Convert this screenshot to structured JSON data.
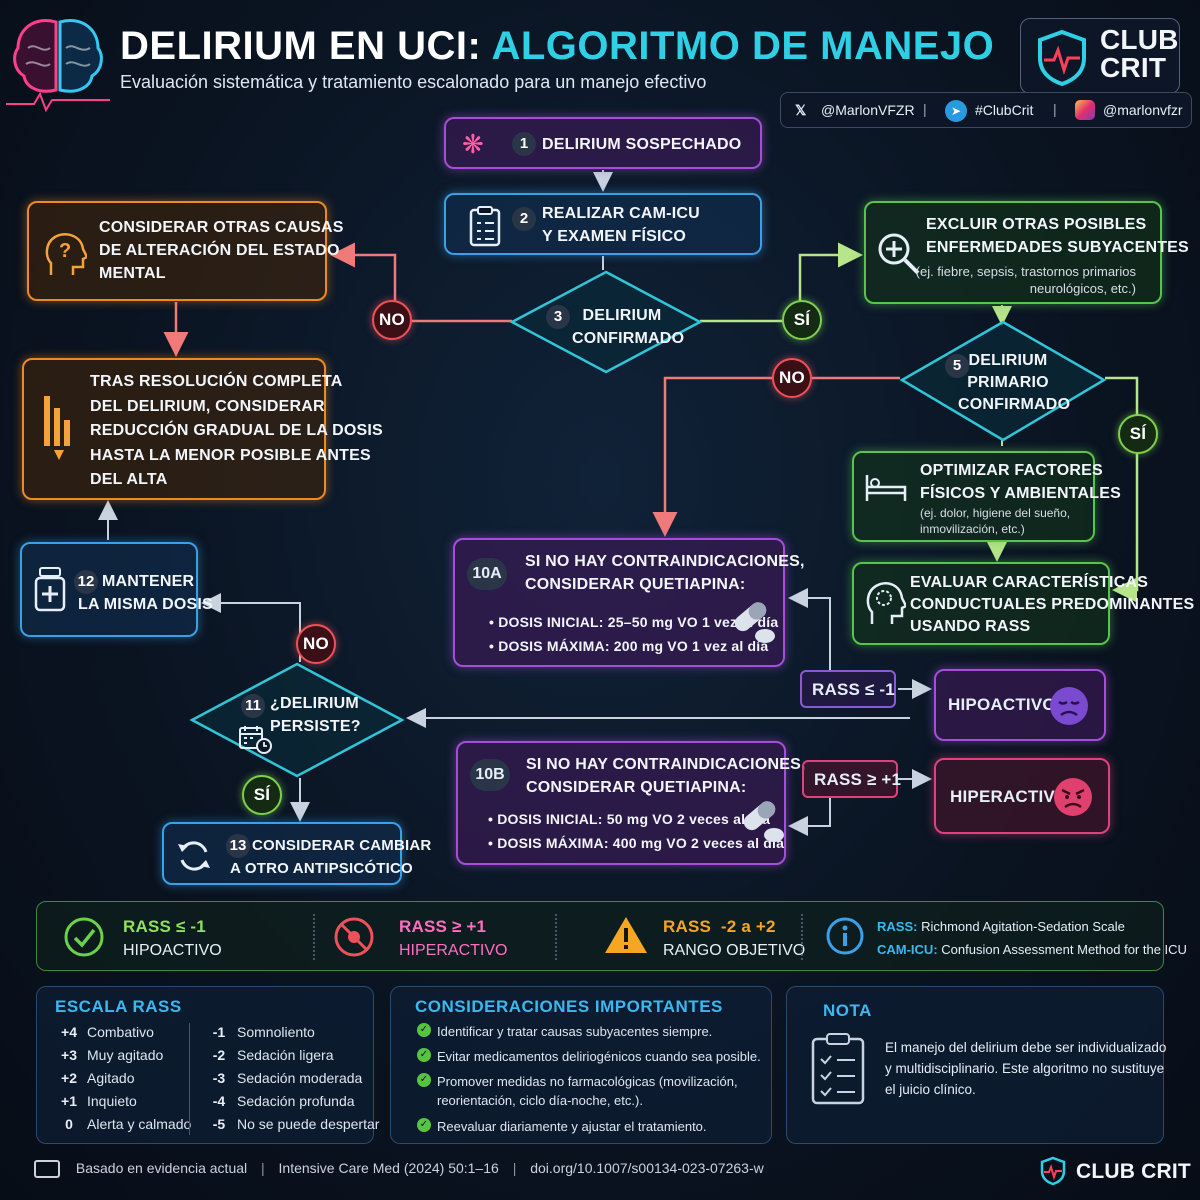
{
  "header": {
    "title_part1": "DELIRIUM EN UCI: ",
    "title_part2": "ALGORITMO DE MANEJO",
    "subtitle": "Evaluación sistemática y tratamiento escalonado para un manejo efectivo",
    "logo_line1": "CLUB",
    "logo_line2": "CRIT",
    "social": {
      "x": "@MarlonVFZR",
      "telegram": "#ClubCrit",
      "instagram": "@marlonvfzr",
      "sep": "|"
    }
  },
  "nodes": {
    "n1": {
      "num": "1",
      "label": "DELIRIUM SOSPECHADO"
    },
    "n2": {
      "num": "2",
      "line1": "REALIZAR CAM-ICU",
      "line2": "Y EXAMEN FÍSICO"
    },
    "n3": {
      "num": "3",
      "line1": "DELIRIUM",
      "line2": "CONFIRMADO"
    },
    "other_causes": {
      "line1": "CONSIDERAR OTRAS CAUSAS",
      "line2": "DE ALTERACIÓN DEL ESTADO",
      "line3": "MENTAL"
    },
    "taper": {
      "line1": "TRAS RESOLUCIÓN COMPLETA",
      "line2": "DEL DELIRIUM, CONSIDERAR",
      "line3": "REDUCCIÓN GRADUAL DE LA DOSIS",
      "line4": "HASTA LA MENOR POSIBLE ANTES",
      "line5": "DEL ALTA"
    },
    "n4": {
      "line1": "EXCLUIR OTRAS POSIBLES",
      "line2": "ENFERMEDADES SUBYACENTES",
      "note1": "(ej. fiebre, sepsis, trastornos primarios",
      "note2": "neurológicos, etc.)"
    },
    "n5": {
      "num": "5",
      "line1": "DELIRIUM",
      "line2": "PRIMARIO",
      "line3": "CONFIRMADO"
    },
    "n6": {
      "line1": "OPTIMIZAR FACTORES",
      "line2": "FÍSICOS Y AMBIENTALES",
      "note1": "(ej. dolor, higiene del sueño,",
      "note2": "inmovilización, etc.)"
    },
    "n7": {
      "line1": "EVALUAR CARACTERÍSTICAS",
      "line2": "CONDUCTUALES PREDOMINANTES",
      "line3": "USANDO RASS"
    },
    "n10a": {
      "num": "10A",
      "line1": "SI NO HAY CONTRAINDICACIONES,",
      "line2": "CONSIDERAR QUETIAPINA:",
      "dose1": "• DOSIS INICIAL: 25–50 mg VO 1 vez al día",
      "dose2": "• DOSIS MÁXIMA: 200 mg VO 1 vez al día"
    },
    "n10b": {
      "num": "10B",
      "line1": "SI NO HAY CONTRAINDICACIONES,",
      "line2": "CONSIDERAR QUETIAPINA:",
      "dose1": "• DOSIS INICIAL: 50 mg VO 2 veces al día",
      "dose2": "• DOSIS MÁXIMA: 400 mg VO 2 veces al día"
    },
    "rass_low": "RASS ≤ -1",
    "rass_high": "RASS ≥ +1",
    "hypo": "HIPOACTIVO",
    "hyper": "HIPERACTIVO",
    "n11": {
      "num": "11",
      "line1": "¿DELIRIUM",
      "line2": "PERSISTE?"
    },
    "n12": {
      "num": "12",
      "line1": "MANTENER",
      "line2": "LA MISMA DOSIS"
    },
    "n13": {
      "num": "13",
      "line1": "CONSIDERAR CAMBIAR",
      "line2": "A OTRO ANTIPSICÓTICO"
    }
  },
  "branches": {
    "no": "NO",
    "si": "SÍ"
  },
  "legend": {
    "hypo_rass": "RASS ≤ -1",
    "hypo_label": "HIPOACTIVO",
    "hyper_rass": "RASS ≥ +1",
    "hyper_label": "HIPERACTIVO",
    "target_rass": "RASS  -2 a +2",
    "target_label": "RANGO OBJETIVO",
    "def1_key": "RASS:",
    "def1_val": " Richmond Agitation-Sedation Scale",
    "def2_key": "CAM-ICU:",
    "def2_val": " Confusion Assessment Method for the ICU"
  },
  "rass_scale": {
    "title": "ESCALA  RASS",
    "left": [
      {
        "score": "+4",
        "label": "Combativo"
      },
      {
        "score": "+3",
        "label": "Muy agitado"
      },
      {
        "score": "+2",
        "label": "Agitado"
      },
      {
        "score": "+1",
        "label": "Inquieto"
      },
      {
        "score": "0",
        "label": "Alerta y calmado"
      }
    ],
    "right": [
      {
        "score": "-1",
        "label": "Somnoliento"
      },
      {
        "score": "-2",
        "label": "Sedación ligera"
      },
      {
        "score": "-3",
        "label": "Sedación moderada"
      },
      {
        "score": "-4",
        "label": "Sedación profunda"
      },
      {
        "score": "-5",
        "label": "No se puede despertar"
      }
    ]
  },
  "considerations": {
    "title": "CONSIDERACIONES IMPORTANTES",
    "items": [
      "Identificar y tratar causas subyacentes siempre.",
      "Evitar medicamentos deliriogénicos cuando sea posible.",
      "Promover medidas no farmacológicas (movilización,",
      "reorientación, ciclo día-noche, etc.).",
      "Reevaluar diariamente y ajustar el tratamiento."
    ]
  },
  "note": {
    "title": "NOTA",
    "line1": "El manejo del delirium debe ser individualizado",
    "line2": "y multidisciplinario. Este algoritmo no sustituye",
    "line3": "el juicio clínico."
  },
  "footer": {
    "part1": "Basado en evidencia actual",
    "part2": "Intensive Care Med (2024) 50:1–16",
    "part3": "doi.org/10.1007/s00134-023-07263-w",
    "sep": "|",
    "brand": "CLUB CRIT"
  }
}
